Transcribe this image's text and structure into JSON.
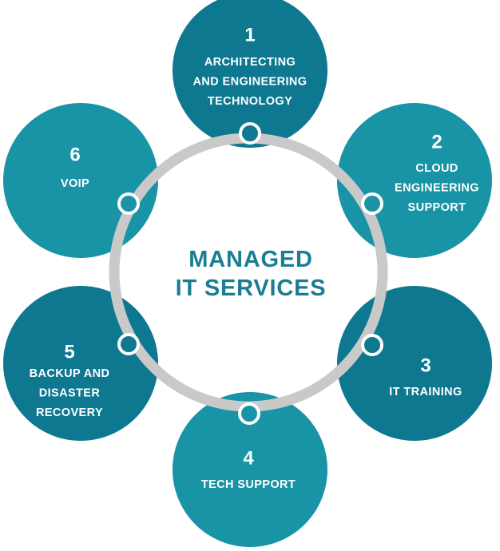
{
  "center": {
    "lines": [
      "MANAGED",
      "IT SERVICES"
    ],
    "color": "#1b7d95"
  },
  "ring": {
    "color": "#c9c9c9"
  },
  "nodes": [
    {
      "number": "1",
      "lines": [
        "ARCHITECTING",
        "AND ENGINEERING",
        "TECHNOLOGY"
      ],
      "color": "#0e7890"
    },
    {
      "number": "2",
      "lines": [
        "CLOUD",
        "ENGINEERING",
        "SUPPORT"
      ],
      "color": "#1993a6"
    },
    {
      "number": "3",
      "lines": [
        "IT TRAINING"
      ],
      "color": "#0e7890"
    },
    {
      "number": "4",
      "lines": [
        "TECH SUPPORT"
      ],
      "color": "#1993a6"
    },
    {
      "number": "5",
      "lines": [
        "BACKUP AND",
        "DISASTER",
        "RECOVERY"
      ],
      "color": "#0e7890"
    },
    {
      "number": "6",
      "lines": [
        "VOIP"
      ],
      "color": "#1993a6"
    }
  ]
}
